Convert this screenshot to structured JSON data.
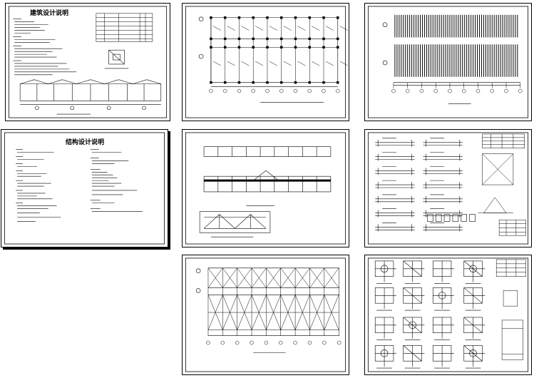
{
  "sheets": [
    {
      "id": "s1",
      "title": "建筑设计说明"
    },
    {
      "id": "s2",
      "title": ""
    },
    {
      "id": "s3",
      "title": ""
    },
    {
      "id": "s4",
      "title": "结构设计说明"
    },
    {
      "id": "s5",
      "title": ""
    },
    {
      "id": "s6",
      "title": ""
    },
    {
      "id": "s7",
      "title": ""
    },
    {
      "id": "s8",
      "title": ""
    }
  ],
  "colors": {
    "line": "#000000",
    "paper": "#ffffff"
  }
}
